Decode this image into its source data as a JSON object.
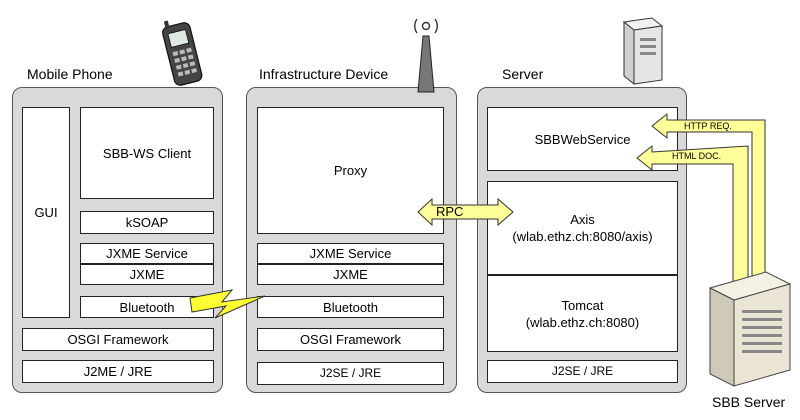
{
  "mobile_phone": {
    "title": "Mobile Phone",
    "gui": "GUI",
    "sbb_ws_client": "SBB-WS Client",
    "ksoap": "kSOAP",
    "jxme_service": "JXME Service",
    "jxme": "JXME",
    "bluetooth": "Bluetooth",
    "osgi": "OSGI Framework",
    "runtime": "J2ME / JRE"
  },
  "infrastructure_device": {
    "title": "Infrastructure Device",
    "proxy": "Proxy",
    "jxme_service": "JXME Service",
    "jxme": "JXME",
    "bluetooth": "Bluetooth",
    "osgi": "OSGI Framework",
    "runtime": "J2SE / JRE"
  },
  "server": {
    "title": "Server",
    "sbb_web_service": "SBBWebService",
    "axis": "Axis\n(wlab.ethz.ch:8080/axis)",
    "tomcat": "Tomcat\n(wlab.ethz.ch:8080)",
    "runtime": "J2SE / JRE"
  },
  "connections": {
    "rpc": "RPC",
    "http_request": "HTTP REQ.",
    "html_doc": "HTML DOC."
  },
  "sbb_server_label": "SBB Server",
  "icons": [
    "mobile-phone-icon",
    "antenna-icon",
    "server-icon",
    "sbb-server-tower-icon",
    "lightning-icon"
  ]
}
